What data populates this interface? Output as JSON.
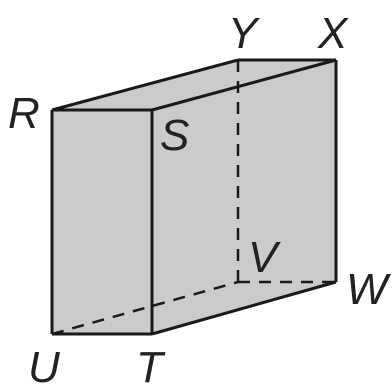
{
  "figure": {
    "vertices": {
      "R": "R",
      "S": "S",
      "T": "T",
      "U": "U",
      "V": "V",
      "W": "W",
      "X": "X",
      "Y": "Y"
    },
    "colors": {
      "face_fill": "#cbcbcb",
      "edge": "#1a1a1a",
      "label": "#222222",
      "background": "#ffffff"
    }
  }
}
